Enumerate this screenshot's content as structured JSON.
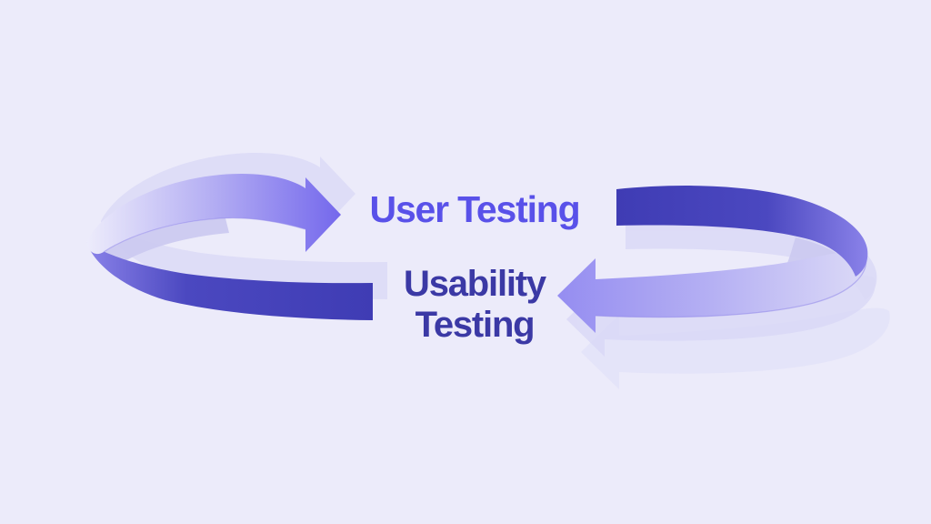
{
  "diagram": {
    "type": "cycle-diagram",
    "steps": [
      "User Testing",
      "Usability Testing"
    ],
    "labels": {
      "top": "User Testing",
      "bottom_line1": "Usability",
      "bottom_line2": "Testing"
    },
    "colors": {
      "background": "#ECEBFA",
      "top_label": "#5951E9",
      "bottom_label": "#3B39A5",
      "dark_band": "#3F3CB4",
      "dark_band_mid": "#4B48C0",
      "dark_band_light": "#8A82E9",
      "ribbon_light": "#EDECFB",
      "ribbon_mid": "#B3ADF3",
      "ribbon_strong": "#7468EC",
      "right_ribbon_strong": "#958DF1",
      "right_ribbon_mid": "#B5B0F3",
      "right_ribbon_light": "#DBD9F7",
      "ghost": "#D8D7F6",
      "inner_wall": "#CBC9EF",
      "edge_line": "#8F87E9"
    }
  }
}
